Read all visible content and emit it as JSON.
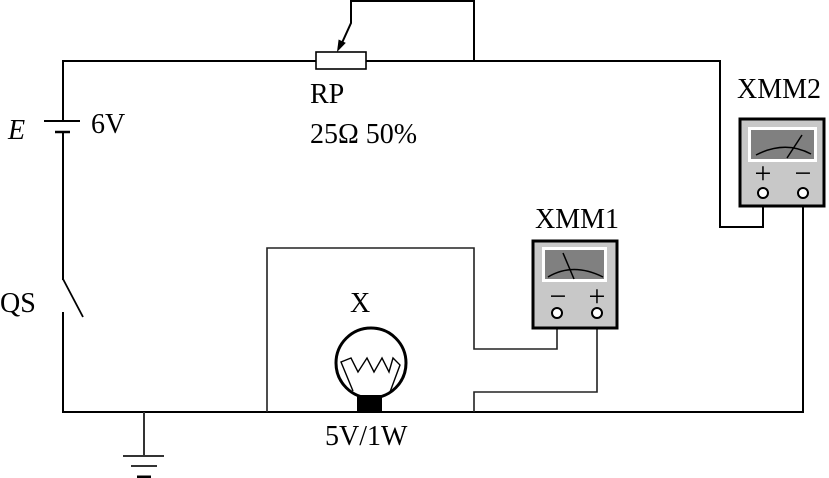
{
  "diagram": {
    "type": "circuit schematic",
    "components": {
      "battery": {
        "symbol": "E",
        "value": "6V"
      },
      "potentiometer": {
        "label": "RP",
        "rating": "25Ω 50%"
      },
      "switch": {
        "label": "QS"
      },
      "lamp": {
        "label": "X",
        "rating": "5V/1W"
      },
      "meter1": {
        "label": "XMM1",
        "left_terminal": "−",
        "right_terminal": "+"
      },
      "meter2": {
        "label": "XMM2",
        "left_terminal": "+",
        "right_terminal": "−"
      },
      "ground": {
        "icon": "ground-icon"
      }
    }
  },
  "colors": {
    "background": "#ffffff",
    "wire": "#000000",
    "meter_body": "#c8c8c8",
    "meter_bezel": "#ffffff",
    "meter_screen": "#808080",
    "lamp_base": "#000000"
  }
}
